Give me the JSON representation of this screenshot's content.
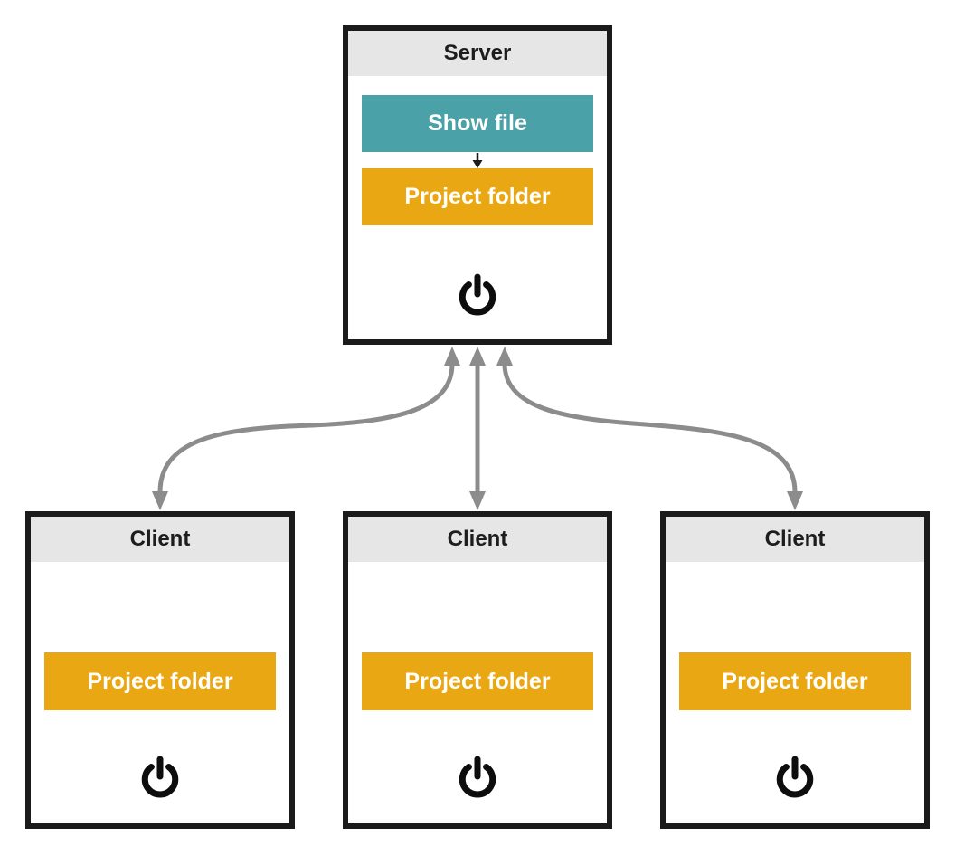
{
  "colors": {
    "teal_button": "#4aa2a8",
    "orange_button": "#e8a713",
    "header_gray": "#e6e6e6",
    "border_black": "#1b1b1b",
    "arrow_gray": "#8c8c8c",
    "button_text": "#ffffff"
  },
  "server": {
    "title": "Server",
    "buttons": {
      "show_file": "Show file",
      "project_folder": "Project folder"
    },
    "icons": [
      "down-arrow-icon",
      "power-icon"
    ]
  },
  "clients": [
    {
      "title": "Client",
      "buttons": {
        "project_folder": "Project folder"
      },
      "icons": [
        "power-icon"
      ]
    },
    {
      "title": "Client",
      "buttons": {
        "project_folder": "Project folder"
      },
      "icons": [
        "power-icon"
      ]
    },
    {
      "title": "Client",
      "buttons": {
        "project_folder": "Project folder"
      },
      "icons": [
        "power-icon"
      ]
    }
  ],
  "connections": [
    {
      "from": "Server",
      "to": "Client",
      "position": "left",
      "style": "bidirectional-curved-arrow"
    },
    {
      "from": "Server",
      "to": "Client",
      "position": "middle",
      "style": "bidirectional-straight-arrow"
    },
    {
      "from": "Server",
      "to": "Client",
      "position": "right",
      "style": "bidirectional-curved-arrow"
    }
  ]
}
